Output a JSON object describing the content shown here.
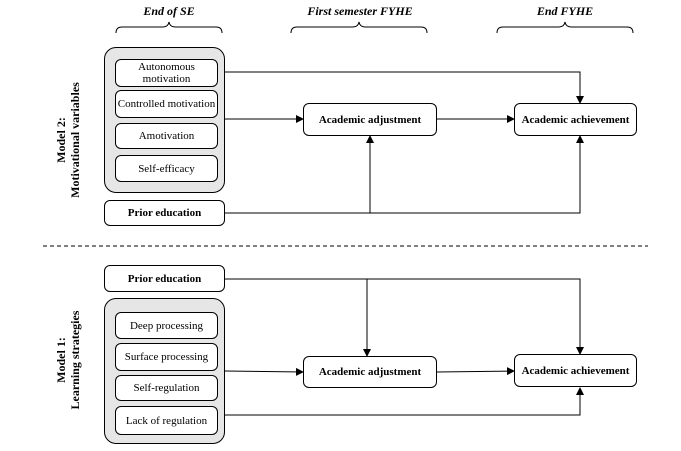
{
  "headers": {
    "col1": "End of SE",
    "col2": "First semester FYHE",
    "col3": "End FYHE"
  },
  "model2": {
    "label_line1": "Model 2:",
    "label_line2": "Motivational variables",
    "vars": [
      "Autonomous motivation",
      "Controlled motivation",
      "Amotivation",
      "Self-efficacy"
    ],
    "prior_education": "Prior education",
    "adjustment": "Academic adjustment",
    "achievement": "Academic achievement"
  },
  "model1": {
    "label_line1": "Model 1:",
    "label_line2": "Learning strategies",
    "prior_education": "Prior education",
    "vars": [
      "Deep processing",
      "Surface processing",
      "Self-regulation",
      "Lack of regulation"
    ],
    "adjustment": "Academic adjustment",
    "achievement": "Academic achievement"
  }
}
